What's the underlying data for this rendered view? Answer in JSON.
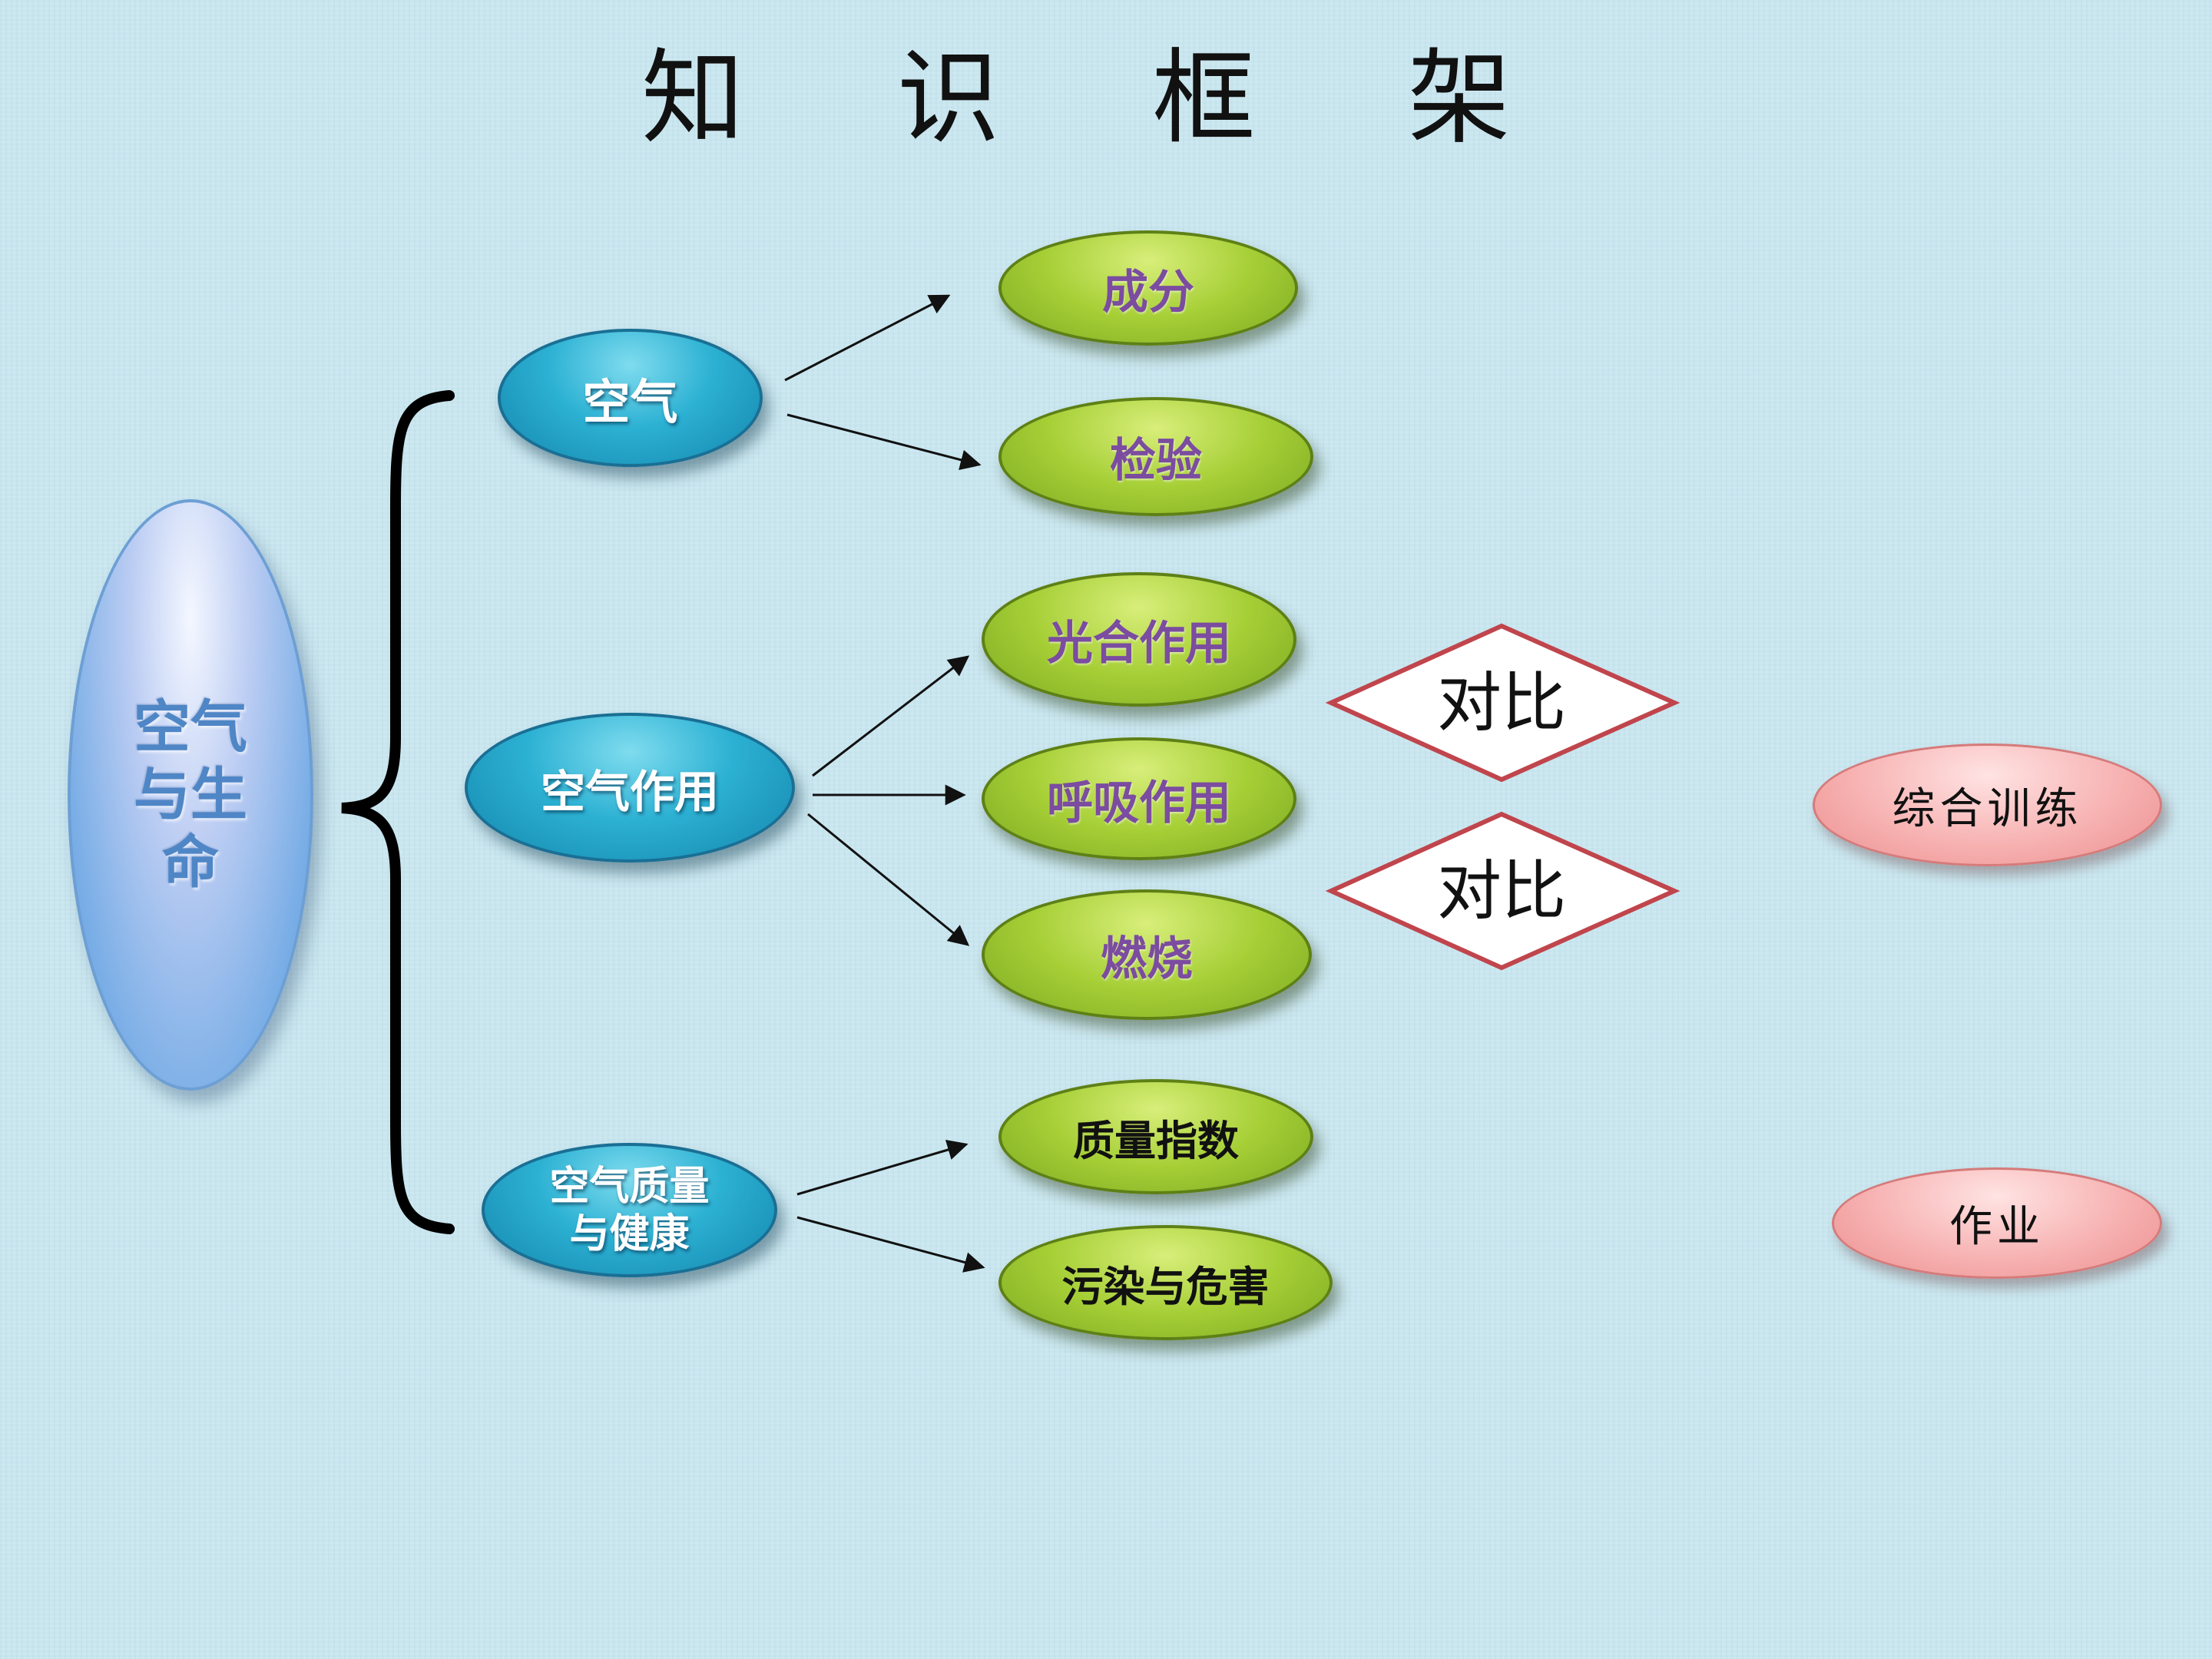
{
  "title": "知 识 框 架",
  "root": {
    "label": "空气与生命"
  },
  "branches": [
    {
      "label": "空气",
      "children": [
        "成分",
        "检验"
      ]
    },
    {
      "label": "空气作用",
      "children": [
        "光合作用",
        "呼吸作用",
        "燃烧"
      ]
    },
    {
      "label": "空气质量与健康",
      "children": [
        "质量指数",
        "污染与危害"
      ]
    }
  ],
  "comparisons": [
    "对比",
    "对比"
  ],
  "links": {
    "practice": "综合训练",
    "homework": "作业"
  },
  "colors": {
    "branch_node": "#2cb1d3",
    "leaf_node": "#a6cf36",
    "leaf_text_purple": "#7b4ca0",
    "compare_border": "#c0454c",
    "link_node": "#f7b2b2"
  }
}
